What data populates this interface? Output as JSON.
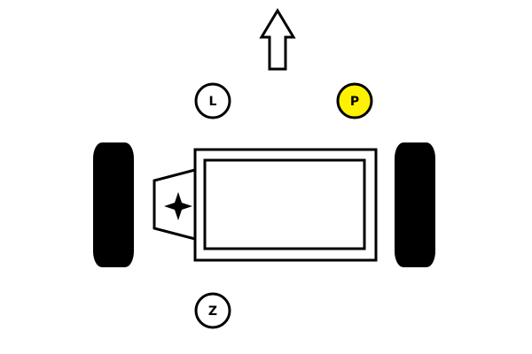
{
  "diagram": {
    "mounts": [
      {
        "id": "left",
        "label": "L",
        "highlighted": false
      },
      {
        "id": "right",
        "label": "P",
        "highlighted": true
      },
      {
        "id": "rear",
        "label": "Z",
        "highlighted": false
      }
    ],
    "colors": {
      "outline": "#000000",
      "background": "#ffffff",
      "highlight": "#fff200",
      "wheel": "#000000"
    },
    "icons": {
      "direction": "arrow-up-icon",
      "gearbox_mount": "four-point-star-icon"
    }
  }
}
